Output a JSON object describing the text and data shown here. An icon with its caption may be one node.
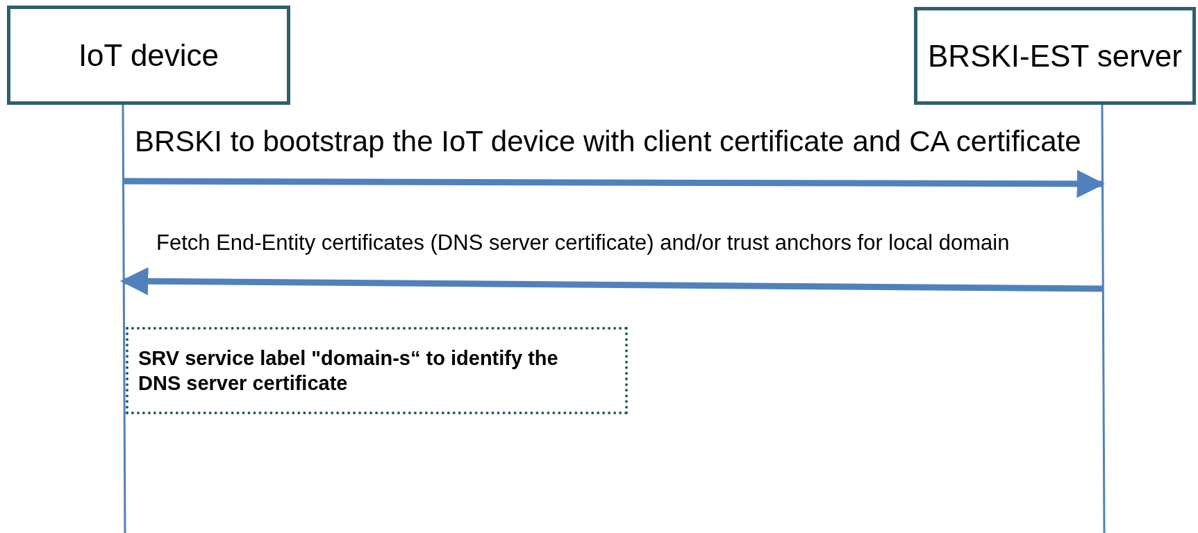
{
  "diagram": {
    "nodes": [
      {
        "text": [
          "IoT device"
        ]
      },
      {
        "text": [
          "BRSKI-EST server"
        ]
      },
      {
        "text": [
          "SRV service label \"domain-s“ to identify the DNS server certificate"
        ]
      }
    ],
    "edges": [
      {
        "from": 0,
        "to": 1,
        "arrow": "to",
        "label": "BRSKI to bootstrap the IoT device with client certificate and CA certificate"
      },
      {
        "from": 1,
        "to": 0,
        "arrow": "to",
        "label": "Fetch End-Entity certificates (DNS server certificate) and/or trust anchors for local domain"
      }
    ]
  }
}
